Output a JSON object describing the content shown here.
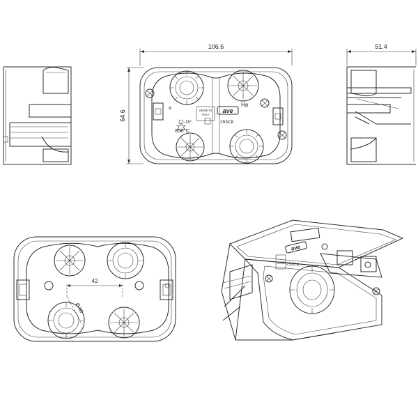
{
  "dimensions": {
    "width": "106.6",
    "height": "64.6",
    "depth": "51.4",
    "center_distance": "42",
    "hole_diameter": "Ø 68"
  },
  "front_markings": {
    "brand": "ave",
    "made_in": "MADE IN ITALY",
    "code": "253C8",
    "temperature": "850°C",
    "ha": "Ha",
    "minus_temp": "-15°"
  },
  "iso_markings": {
    "brand": "ave",
    "code": "253C8"
  }
}
